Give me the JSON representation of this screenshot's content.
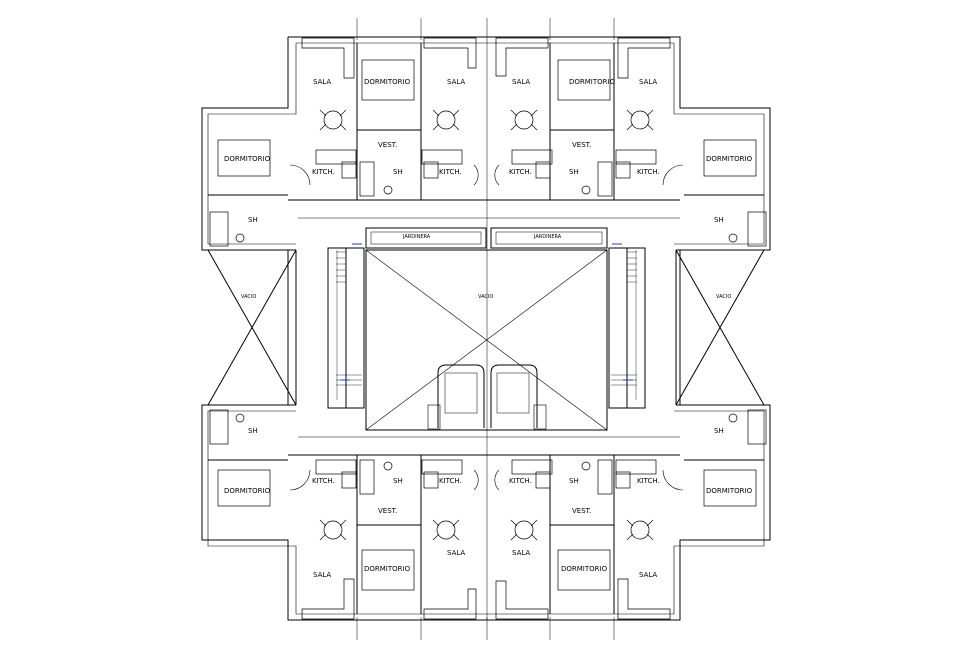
{
  "labels": {
    "sala": "SALA",
    "dormitorio": "DORMITORIO",
    "vest": "VEST.",
    "kitch": "KITCH.",
    "sh": "SH",
    "jardinera": "JARDINERA",
    "vacio": "VACIO"
  },
  "colors": {
    "line": "#000000",
    "accent": "#1a3cc8",
    "background": "#ffffff"
  }
}
